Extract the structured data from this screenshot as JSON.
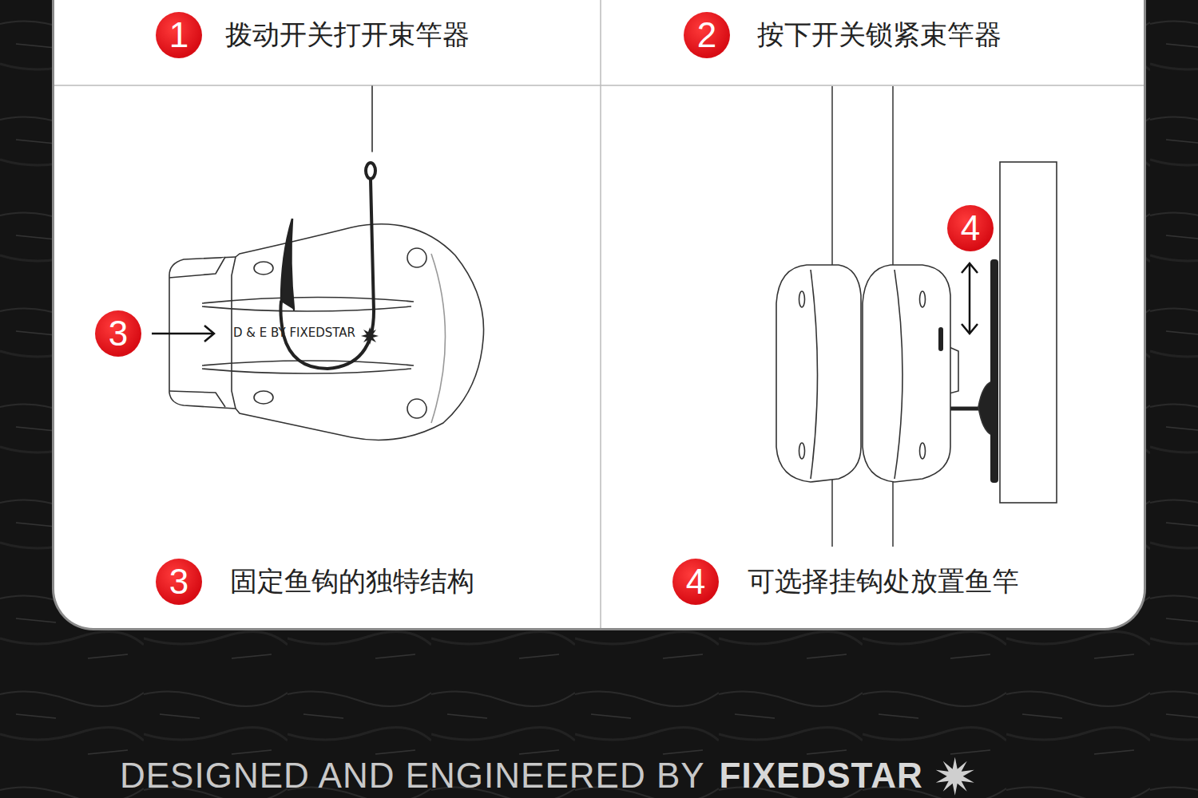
{
  "diagram": {
    "nodes": [
      {
        "text": [
          "1"
        ]
      },
      {
        "text": [
          "2"
        ]
      },
      {
        "text": [
          "3"
        ]
      },
      {
        "text": [
          "4"
        ]
      },
      {
        "text": [
          "3"
        ]
      },
      {
        "text": [
          "4"
        ]
      }
    ],
    "labels": [
      "拨动开关打开束竿器",
      "按下开关锁紧束竿器",
      "D & E BY FIXEDSTAR",
      "固定鱼钩的独特结构",
      "可选择挂钩处放置鱼竿",
      "DESIGNED AND ENGINEERED BY",
      "FIXEDSTAR"
    ]
  }
}
